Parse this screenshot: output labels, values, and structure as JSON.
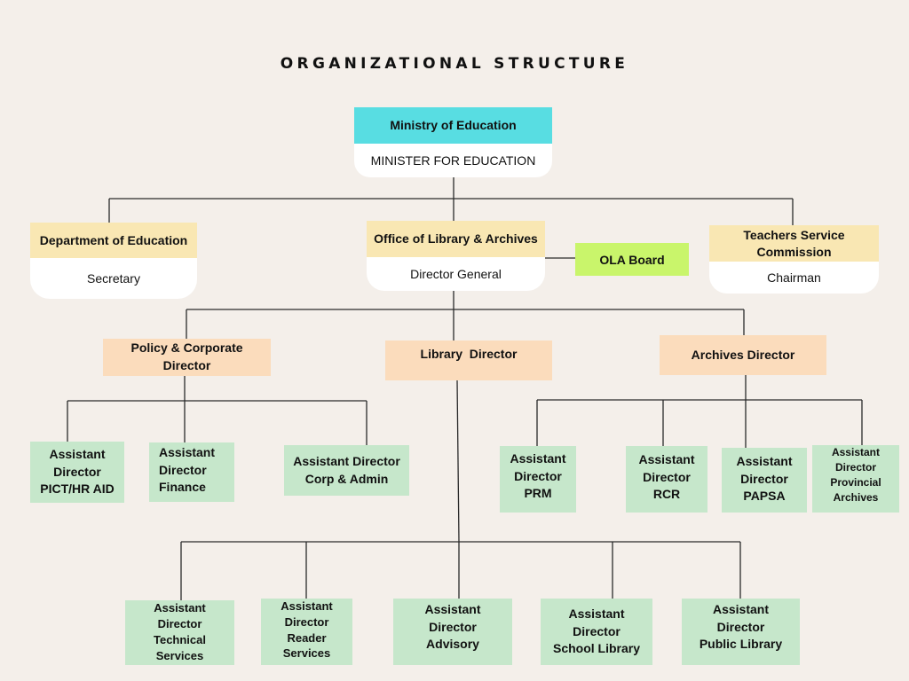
{
  "title": "ORGANIZATIONAL STRUCTURE",
  "ministry": {
    "name": "Ministry of Education",
    "role": "MINISTER FOR EDUCATION"
  },
  "department": {
    "name": "Department of Education",
    "role": "Secretary"
  },
  "ola": {
    "name": "Office of Library & Archives",
    "role": "Director General"
  },
  "ola_board": "OLA Board",
  "tsc": {
    "name": "Teachers Service\nCommission",
    "role": "Chairman"
  },
  "directors": {
    "policy": "Policy & Corporate\nDirector",
    "library": "Library  Director",
    "archives": "Archives Director"
  },
  "policy_ads": [
    "Assistant\nDirector\nPICT/HR AID",
    "Assistant\nDirector\nFinance",
    "Assistant Director\nCorp & Admin"
  ],
  "archives_ads": [
    "Assistant\nDirector\nPRM",
    "Assistant\nDirector\nRCR",
    "Assistant\nDirector\nPAPSA",
    "Assistant\nDirector\nProvincial\nArchives"
  ],
  "library_ads": [
    "Assistant\nDirector\nTechnical\nServices",
    "Assistant\nDirector\nReader\nServices",
    "Assistant\nDirector\nAdvisory",
    "Assistant\nDirector\nSchool Library",
    "Assistant\nDirector\nPublic Library"
  ],
  "colors": {
    "background": "#f4efea",
    "ministry_header": "#58dde2",
    "top_header": "#f9e7b3",
    "director": "#fbdcbc",
    "assistant": "#c6e7cb",
    "board": "#c9f56b"
  }
}
